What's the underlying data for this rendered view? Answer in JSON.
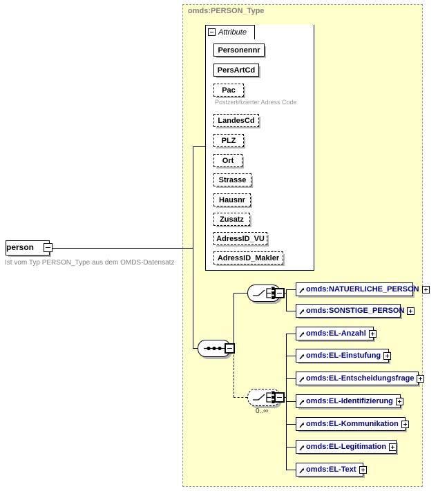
{
  "diagram": {
    "kind": "xsd-schema-diagram",
    "type_panel_label": "omds:PERSON_Type",
    "root": {
      "name": "person",
      "description": "Ist vom Typ PERSON_Type aus dem OMDS-Datensatz",
      "toggle_icon": "minus-icon"
    },
    "attribute_section": {
      "tab_label": "Attribute",
      "toggle_icon": "minus-icon",
      "attributes": [
        {
          "name": "Personennr",
          "required": true,
          "annotation": ""
        },
        {
          "name": "PersArtCd",
          "required": true,
          "annotation": ""
        },
        {
          "name": "Pac",
          "required": false,
          "annotation": "Postzertifizierter Adress Code"
        },
        {
          "name": "LandesCd",
          "required": false,
          "annotation": ""
        },
        {
          "name": "PLZ",
          "required": false,
          "annotation": ""
        },
        {
          "name": "Ort",
          "required": false,
          "annotation": ""
        },
        {
          "name": "Strasse",
          "required": false,
          "annotation": ""
        },
        {
          "name": "Hausnr",
          "required": false,
          "annotation": ""
        },
        {
          "name": "Zusatz",
          "required": false,
          "annotation": ""
        },
        {
          "name": "AdressID_VU",
          "required": false,
          "annotation": ""
        },
        {
          "name": "AdressID_Makler",
          "required": false,
          "annotation": ""
        }
      ]
    },
    "compositors": {
      "sequence": {
        "kind": "sequence",
        "icon": "sequence-icon",
        "required": true,
        "toggle_icon": "minus-icon",
        "cardinality": ""
      },
      "choice_person": {
        "kind": "choice",
        "icon": "choice-icon",
        "required": true,
        "toggle_icon": "minus-icon",
        "cardinality": ""
      },
      "choice_el": {
        "kind": "choice",
        "icon": "choice-icon",
        "required": false,
        "toggle_icon": "minus-icon",
        "cardinality": "0..∞"
      }
    },
    "person_choice_elements": [
      {
        "name": "omds:NATUERLICHE_PERSON",
        "toggle_icon": "plus-icon",
        "width": 170
      },
      {
        "name": "omds:SONSTIGE_PERSON",
        "toggle_icon": "plus-icon",
        "width": 152
      }
    ],
    "el_choice_elements": [
      {
        "name": "omds:EL-Anzahl",
        "toggle_icon": "plus-icon",
        "width": 113
      },
      {
        "name": "omds:EL-Einstufung",
        "toggle_icon": "plus-icon",
        "width": 135
      },
      {
        "name": "omds:EL-Entscheidungsfrage",
        "toggle_icon": "plus-icon",
        "width": 178
      },
      {
        "name": "omds:EL-Identifizierung",
        "toggle_icon": "plus-icon",
        "width": 152
      },
      {
        "name": "omds:EL-Kommunikation",
        "toggle_icon": "plus-icon",
        "width": 159
      },
      {
        "name": "omds:EL-Legitimation",
        "toggle_icon": "plus-icon",
        "width": 146
      },
      {
        "name": "omds:EL-Text",
        "toggle_icon": "plus-icon",
        "width": 98
      }
    ],
    "colors": {
      "panel_background": "#FFFFCC",
      "panel_border": "#999999",
      "element_text": "#000080",
      "annotation_text": "#999999",
      "description_text": "#808080",
      "node_shadow": "#B4B4B4",
      "line": "#000000"
    }
  }
}
